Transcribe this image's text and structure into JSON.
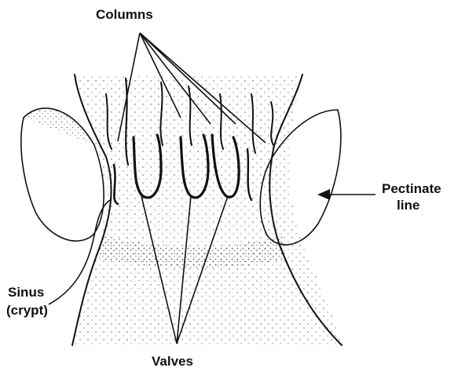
{
  "labels": {
    "columns": "Columns",
    "pectinate_line_1": "Pectinate",
    "pectinate_line_2": "line",
    "sinus_1": "Sinus",
    "sinus_2": "(crypt)",
    "valves": "Valves"
  },
  "colors": {
    "ink": "#111111",
    "background": "#ffffff"
  }
}
